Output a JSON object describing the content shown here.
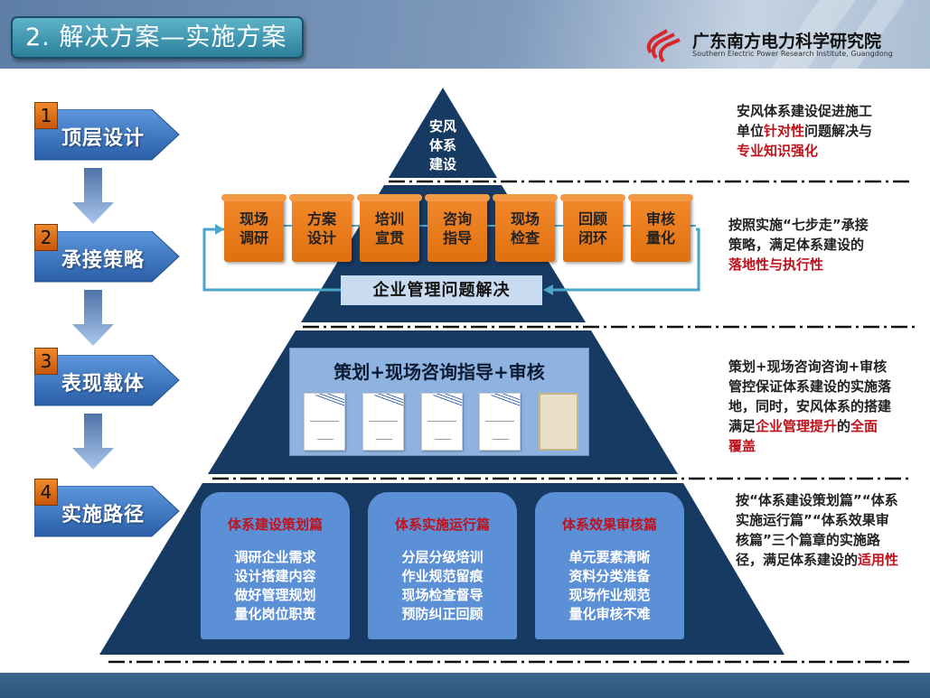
{
  "header": {
    "title": "2. 解决方案—实施方案",
    "org_cn": "广东南方电力科学研究院",
    "org_en": "Southern Electric Power Research Institute, Guangdong"
  },
  "steps": [
    {
      "num": "1",
      "label": "顶层设计"
    },
    {
      "num": "2",
      "label": "承接策略"
    },
    {
      "num": "3",
      "label": "表现载体"
    },
    {
      "num": "4",
      "label": "实施路径"
    }
  ],
  "tier1": {
    "lines": [
      "安风",
      "体系",
      "建设"
    ]
  },
  "tier2": {
    "boxes": [
      [
        "现场",
        "调研"
      ],
      [
        "方案",
        "设计"
      ],
      [
        "培训",
        "宣贯"
      ],
      [
        "咨询",
        "指导"
      ],
      [
        "现场",
        "检查"
      ],
      [
        "回顾",
        "闭环"
      ],
      [
        "审核",
        "量化"
      ]
    ],
    "center": "企业管理问题解决"
  },
  "tier3": {
    "title": "策划+现场咨询指导+审核"
  },
  "tier4": {
    "cards": [
      {
        "title": "体系建设策划篇",
        "items": [
          "调研企业需求",
          "设计搭建内容",
          "做好管理规划",
          "量化岗位职责"
        ]
      },
      {
        "title": "体系实施运行篇",
        "items": [
          "分层分级培训",
          "作业规范留痕",
          "现场检查督导",
          "预防纠正回顾"
        ]
      },
      {
        "title": "体系效果审核篇",
        "items": [
          "单元要素清晰",
          "资料分类准备",
          "现场作业规范",
          "量化审核不难"
        ]
      }
    ]
  },
  "descriptions": [
    [
      {
        "t": "安风体系建设促进施工单位"
      },
      {
        "t": "针对性",
        "r": 1
      },
      {
        "t": "问题解决与"
      },
      {
        "t": "专业知识强化",
        "r": 1
      }
    ],
    [
      {
        "t": "按照实施“七步走”承接策略，满足体系建设的"
      },
      {
        "t": "落地性与执行性",
        "r": 1
      }
    ],
    [
      {
        "t": "策划+现场咨询咨询+审核管控保证体系建设的实施落地，同时，安风体系的搭建满足"
      },
      {
        "t": "企业管理提升",
        "r": 1
      },
      {
        "t": "的"
      },
      {
        "t": "全面覆盖",
        "r": 1
      }
    ],
    [
      {
        "t": "按“体系建设策划篇”“体系实施运行篇”“体系效果审核篇”三个篇章的实施路径，满足体系建设的"
      },
      {
        "t": "适用性",
        "r": 1
      }
    ]
  ],
  "colors": {
    "pyramid": "#173a63",
    "orange": "#e8781a",
    "accent_red": "#c0121c",
    "loop": "#4aa6c8"
  }
}
